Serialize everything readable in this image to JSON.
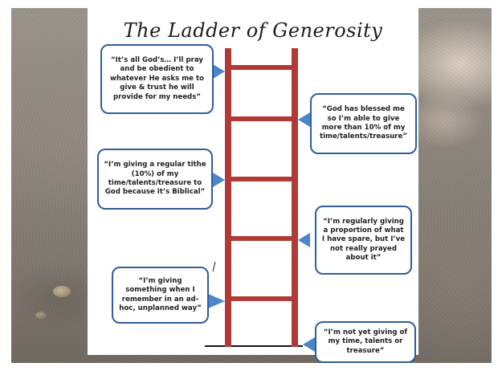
{
  "title": "The Ladder of Generosity",
  "colors": {
    "ladder": "#b03a36",
    "callout_border": "#2e5e9e",
    "arrow": "#4a86c8",
    "ground": "#111111"
  },
  "rungs": [
    {
      "level": 6,
      "text": "“It’s all God’s… I’ll pray\nand be obedient to\nwhatever He asks me to\ngive & trust he will\nprovide for my needs”",
      "side": "left"
    },
    {
      "level": 5,
      "text": "“God has blessed me\nso I’m able to give\nmore than 10% of my\ntime/talents/treasure”",
      "side": "right"
    },
    {
      "level": 4,
      "text": "“I’m giving a regular tithe\n(10%) of my\ntime/talents/treasure to\nGod because it’s Biblical”",
      "side": "left"
    },
    {
      "level": 3,
      "text": "“I’m regularly giving\na proportion of what\nI have spare, but I’ve\nnot really prayed\nabout it”",
      "side": "right"
    },
    {
      "level": 2,
      "text": "“I’m giving\nsomething when I\nremember in an ad-\nhoc, unplanned way”",
      "side": "left"
    },
    {
      "level": 1,
      "text": "“I’m not yet giving of\nmy time, talents or\ntreasure”",
      "side": "right"
    }
  ]
}
